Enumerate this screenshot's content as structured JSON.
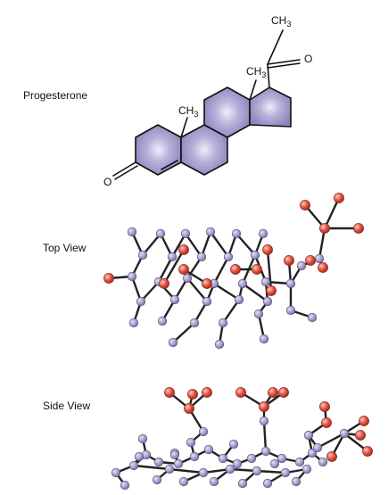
{
  "labels": {
    "structure": "Progesterone",
    "top_view": "Top View",
    "side_view": "Side View"
  },
  "atoms": {
    "ch3_top": "CH3",
    "ch3_ring_d": "CH3",
    "ch3_ring_b": "CH3",
    "o_ketone": "O",
    "o_ring_a": "O"
  },
  "colors": {
    "ring_fill": "#8f84bd",
    "ring_highlight": "#efeaf9",
    "carbon_atom": "#a49bc9",
    "oxygen_atom": "#d94a3a",
    "bond": "#222222"
  }
}
